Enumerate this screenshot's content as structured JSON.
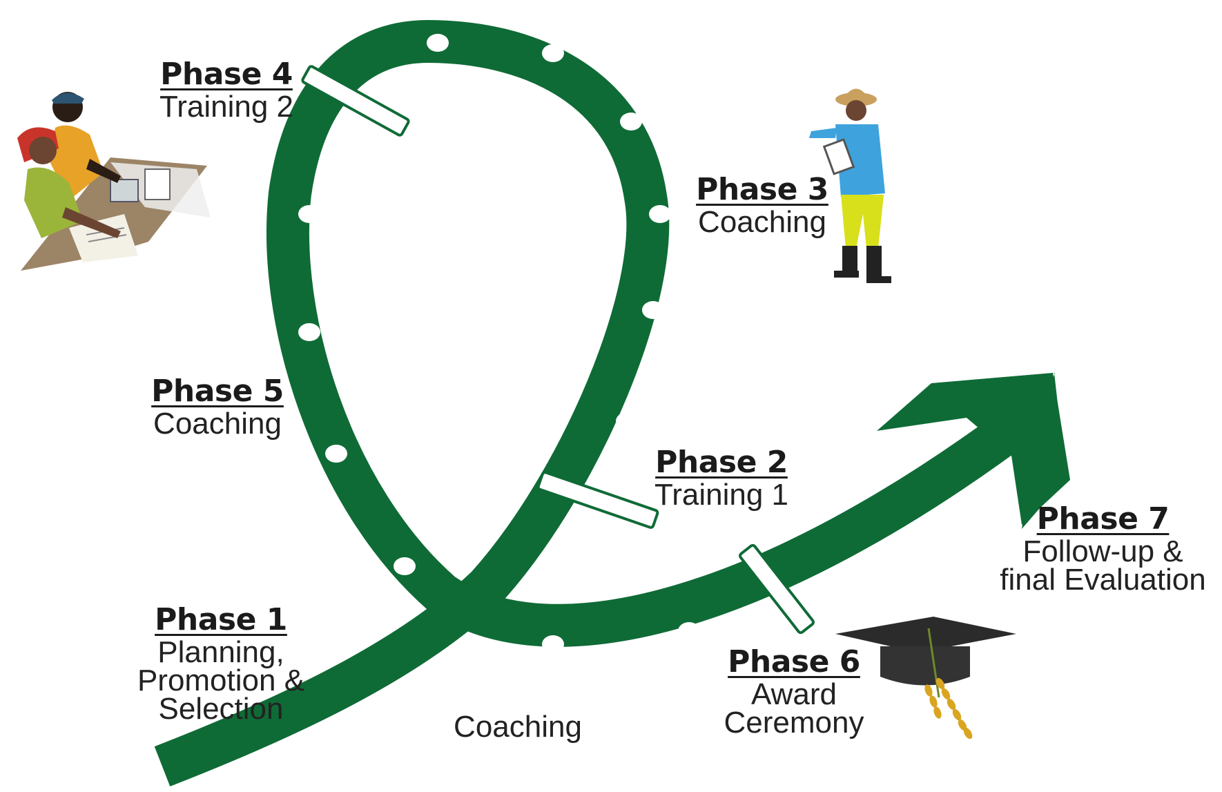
{
  "colors": {
    "path_green": "#0f6b36",
    "hole_white": "#ffffff",
    "cap_black": "#2b2b2b",
    "rice_gold": "#d9a521",
    "shirt_blue": "#3ea3dd",
    "pants_yellow": "#d8e01c",
    "desk_brown": "#9c8466"
  },
  "phases": [
    {
      "title": "Phase 1",
      "subtitle": "Planning,\nPromotion &\nSelection"
    },
    {
      "title": "Phase 2",
      "subtitle": "Training 1"
    },
    {
      "title": "Phase 3",
      "subtitle": "Coaching"
    },
    {
      "title": "Phase 4",
      "subtitle": "Training 2"
    },
    {
      "title": "Phase 5",
      "subtitle": "Coaching"
    },
    {
      "title": "Phase 6",
      "subtitle": "Award\nCeremony"
    },
    {
      "title": "Phase 7",
      "subtitle": "Follow-up &\nfinal Evaluation"
    }
  ],
  "extra_labels": {
    "bottom_coaching": "Coaching"
  },
  "icons": {
    "top_left": "office-workers-icon",
    "top_right": "farmer-with-clipboard-icon",
    "bottom_right": "graduation-cap-with-rice-icon"
  }
}
